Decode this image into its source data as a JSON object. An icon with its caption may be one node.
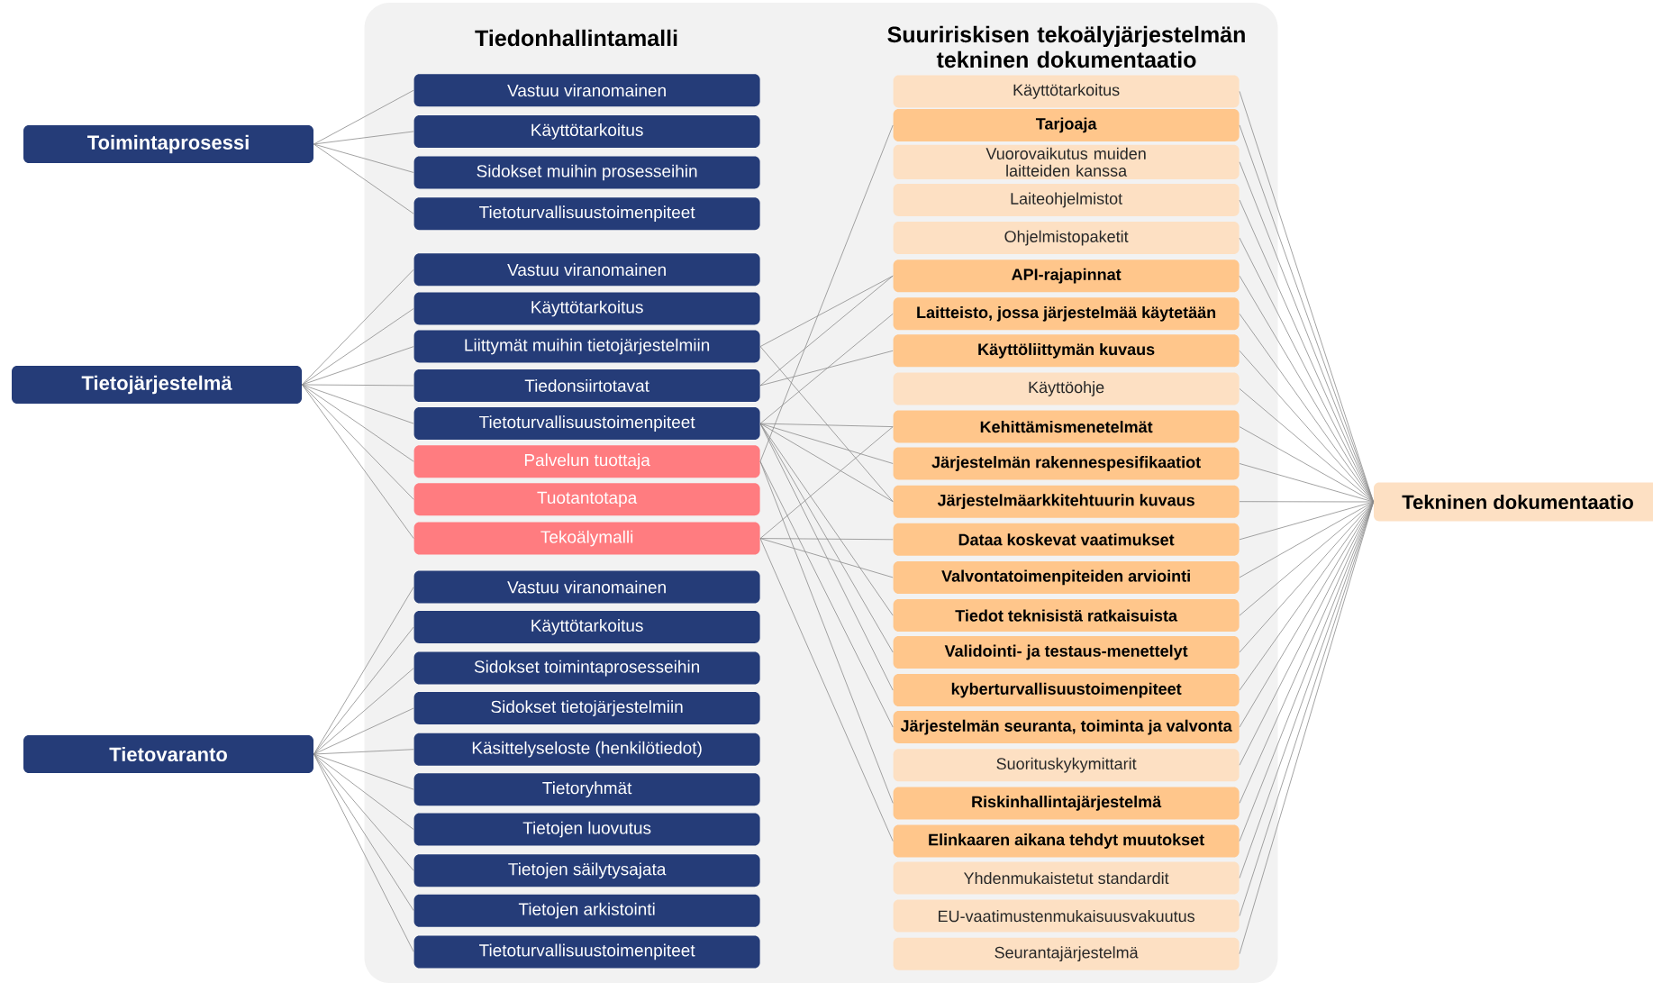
{
  "diagram": {
    "nodes": [
      {
        "text": [
          "Tiedonhallintamalli",
          "Suuririskisen tekoälyjärjestelmän tekninen dokumentaatio"
        ]
      },
      {
        "text": [
          "Toimintaprosessi"
        ]
      },
      {
        "text": [
          "Tietojärjestelmä"
        ]
      },
      {
        "text": [
          "Tietovaranto"
        ]
      },
      {
        "text": [
          "Tekninen dokumentaatio"
        ]
      },
      {
        "text": [
          "Vastuu viranomainen"
        ],
        "in": 0
      },
      {
        "text": [
          "Käyttötarkoitus"
        ],
        "in": 0
      },
      {
        "text": [
          "Sidokset muihin prosesseihin"
        ],
        "in": 0
      },
      {
        "text": [
          "Tietoturvallisuustoimenpiteet"
        ],
        "in": 0
      },
      {
        "text": [
          "Vastuu viranomainen"
        ],
        "in": 0
      },
      {
        "text": [
          "Käyttötarkoitus"
        ],
        "in": 0
      },
      {
        "text": [
          "Liittymät muihin  tietojärjestelmiin"
        ],
        "in": 0
      },
      {
        "text": [
          "Tiedonsiirtotavat"
        ],
        "in": 0
      },
      {
        "text": [
          "Tietoturvallisuustoimenpiteet"
        ],
        "in": 0
      },
      {
        "text": [
          "Palvelun tuottaja"
        ],
        "in": 0
      },
      {
        "text": [
          "Tuotantotapa"
        ],
        "in": 0
      },
      {
        "text": [
          "Tekoälymalli"
        ],
        "in": 0
      },
      {
        "text": [
          "Vastuu viranomainen"
        ],
        "in": 0
      },
      {
        "text": [
          "Käyttötarkoitus"
        ],
        "in": 0
      },
      {
        "text": [
          "Sidokset toimintaprosesseihin"
        ],
        "in": 0
      },
      {
        "text": [
          "Sidokset tietojärjestelmiin"
        ],
        "in": 0
      },
      {
        "text": [
          "Käsittelyseloste (henkilötiedot)"
        ],
        "in": 0
      },
      {
        "text": [
          "Tietoryhmät"
        ],
        "in": 0
      },
      {
        "text": [
          "Tietojen luovutus"
        ],
        "in": 0
      },
      {
        "text": [
          "Tietojen säilytysajata"
        ],
        "in": 0
      },
      {
        "text": [
          "Tietojen arkistointi"
        ],
        "in": 0
      },
      {
        "text": [
          "Tietoturvallisuustoimenpiteet"
        ],
        "in": 0
      },
      {
        "text": [
          "Käyttötarkoitus"
        ],
        "in": 0
      },
      {
        "text": [
          "Tarjoaja"
        ],
        "in": 0
      },
      {
        "text": [
          "Vuorovaikutus muiden laitteiden kanssa"
        ],
        "in": 0
      },
      {
        "text": [
          "Laiteohjelmistot"
        ],
        "in": 0
      },
      {
        "text": [
          "Ohjelmistopaketit"
        ],
        "in": 0
      },
      {
        "text": [
          "API-rajapinnat"
        ],
        "in": 0
      },
      {
        "text": [
          "Laitteisto, jossa järjestelmää käytetään"
        ],
        "in": 0
      },
      {
        "text": [
          "Käyttöliittymän kuvaus"
        ],
        "in": 0
      },
      {
        "text": [
          "Käyttöohje"
        ],
        "in": 0
      },
      {
        "text": [
          "Kehittämismenetelmät"
        ],
        "in": 0
      },
      {
        "text": [
          "Järjestelmän rakennespesifikaatiot"
        ],
        "in": 0
      },
      {
        "text": [
          "Järjestelmäarkkitehtuurin kuvaus"
        ],
        "in": 0
      },
      {
        "text": [
          "Dataa koskevat vaatimukset"
        ],
        "in": 0
      },
      {
        "text": [
          "Valvontatoimenpiteiden arviointi"
        ],
        "in": 0
      },
      {
        "text": [
          "Tiedot teknisistä ratkaisuista"
        ],
        "in": 0
      },
      {
        "text": [
          "Validointi- ja testaus-menettelyt"
        ],
        "in": 0
      },
      {
        "text": [
          "kyberturvallisuustoimenpiteet"
        ],
        "in": 0
      },
      {
        "text": [
          "Järjestelmän seuranta, toiminta ja valvonta"
        ],
        "in": 0
      },
      {
        "text": [
          "Suorituskykymittarit"
        ],
        "in": 0
      },
      {
        "text": [
          "Riskinhallintajärjestelmä"
        ],
        "in": 0
      },
      {
        "text": [
          "Elinkaaren aikana tehdyt muutokset"
        ],
        "in": 0
      },
      {
        "text": [
          "Yhdenmukaistetut standardit"
        ],
        "in": 0
      },
      {
        "text": [
          "EU-vaatimustenmukaisuusvakuutus"
        ],
        "in": 0
      },
      {
        "text": [
          "Seurantajärjestelmä"
        ],
        "in": 0
      }
    ],
    "edges": [
      {
        "from": 1,
        "to": 5,
        "arrow": "none"
      },
      {
        "from": 1,
        "to": 6,
        "arrow": "none"
      },
      {
        "from": 1,
        "to": 7,
        "arrow": "none"
      },
      {
        "from": 1,
        "to": 8,
        "arrow": "none"
      },
      {
        "from": 2,
        "to": 9,
        "arrow": "none"
      },
      {
        "from": 2,
        "to": 10,
        "arrow": "none"
      },
      {
        "from": 2,
        "to": 11,
        "arrow": "none"
      },
      {
        "from": 2,
        "to": 12,
        "arrow": "none"
      },
      {
        "from": 2,
        "to": 13,
        "arrow": "none"
      },
      {
        "from": 2,
        "to": 14,
        "arrow": "none"
      },
      {
        "from": 2,
        "to": 15,
        "arrow": "none"
      },
      {
        "from": 2,
        "to": 16,
        "arrow": "none"
      },
      {
        "from": 3,
        "to": 17,
        "arrow": "none"
      },
      {
        "from": 3,
        "to": 18,
        "arrow": "none"
      },
      {
        "from": 3,
        "to": 19,
        "arrow": "none"
      },
      {
        "from": 3,
        "to": 20,
        "arrow": "none"
      },
      {
        "from": 3,
        "to": 21,
        "arrow": "none"
      },
      {
        "from": 3,
        "to": 22,
        "arrow": "none"
      },
      {
        "from": 3,
        "to": 23,
        "arrow": "none"
      },
      {
        "from": 3,
        "to": 24,
        "arrow": "none"
      },
      {
        "from": 3,
        "to": 25,
        "arrow": "none"
      },
      {
        "from": 3,
        "to": 26,
        "arrow": "none"
      },
      {
        "from": 11,
        "to": 32,
        "arrow": "none"
      },
      {
        "from": 11,
        "to": 38,
        "arrow": "none"
      },
      {
        "from": 12,
        "to": 32,
        "arrow": "none"
      },
      {
        "from": 12,
        "to": 34,
        "arrow": "none"
      },
      {
        "from": 13,
        "to": 33,
        "arrow": "none"
      },
      {
        "from": 13,
        "to": 36,
        "arrow": "none"
      },
      {
        "from": 13,
        "to": 37,
        "arrow": "none"
      },
      {
        "from": 13,
        "to": 38,
        "arrow": "none"
      },
      {
        "from": 13,
        "to": 41,
        "arrow": "none"
      },
      {
        "from": 13,
        "to": 42,
        "arrow": "none"
      },
      {
        "from": 13,
        "to": 43,
        "arrow": "none"
      },
      {
        "from": 14,
        "to": 28,
        "arrow": "none"
      },
      {
        "from": 14,
        "to": 44,
        "arrow": "none"
      },
      {
        "from": 14,
        "to": 46,
        "arrow": "none"
      },
      {
        "from": 16,
        "to": 36,
        "arrow": "none"
      },
      {
        "from": 16,
        "to": 39,
        "arrow": "none"
      },
      {
        "from": 16,
        "to": 40,
        "arrow": "none"
      },
      {
        "from": 16,
        "to": 47,
        "arrow": "none"
      },
      {
        "from": 27,
        "to": 4,
        "arrow": "none"
      },
      {
        "from": 28,
        "to": 4,
        "arrow": "none"
      },
      {
        "from": 29,
        "to": 4,
        "arrow": "none"
      },
      {
        "from": 30,
        "to": 4,
        "arrow": "none"
      },
      {
        "from": 31,
        "to": 4,
        "arrow": "none"
      },
      {
        "from": 32,
        "to": 4,
        "arrow": "none"
      },
      {
        "from": 33,
        "to": 4,
        "arrow": "none"
      },
      {
        "from": 34,
        "to": 4,
        "arrow": "none"
      },
      {
        "from": 35,
        "to": 4,
        "arrow": "none"
      },
      {
        "from": 36,
        "to": 4,
        "arrow": "none"
      },
      {
        "from": 37,
        "to": 4,
        "arrow": "none"
      },
      {
        "from": 38,
        "to": 4,
        "arrow": "none"
      },
      {
        "from": 39,
        "to": 4,
        "arrow": "none"
      },
      {
        "from": 40,
        "to": 4,
        "arrow": "none"
      },
      {
        "from": 41,
        "to": 4,
        "arrow": "none"
      },
      {
        "from": 42,
        "to": 4,
        "arrow": "none"
      },
      {
        "from": 43,
        "to": 4,
        "arrow": "none"
      },
      {
        "from": 44,
        "to": 4,
        "arrow": "none"
      },
      {
        "from": 45,
        "to": 4,
        "arrow": "none"
      },
      {
        "from": 46,
        "to": 4,
        "arrow": "none"
      },
      {
        "from": 47,
        "to": 4,
        "arrow": "none"
      },
      {
        "from": 48,
        "to": 4,
        "arrow": "none"
      },
      {
        "from": 49,
        "to": 4,
        "arrow": "none"
      },
      {
        "from": 50,
        "to": 4,
        "arrow": "none"
      }
    ]
  }
}
